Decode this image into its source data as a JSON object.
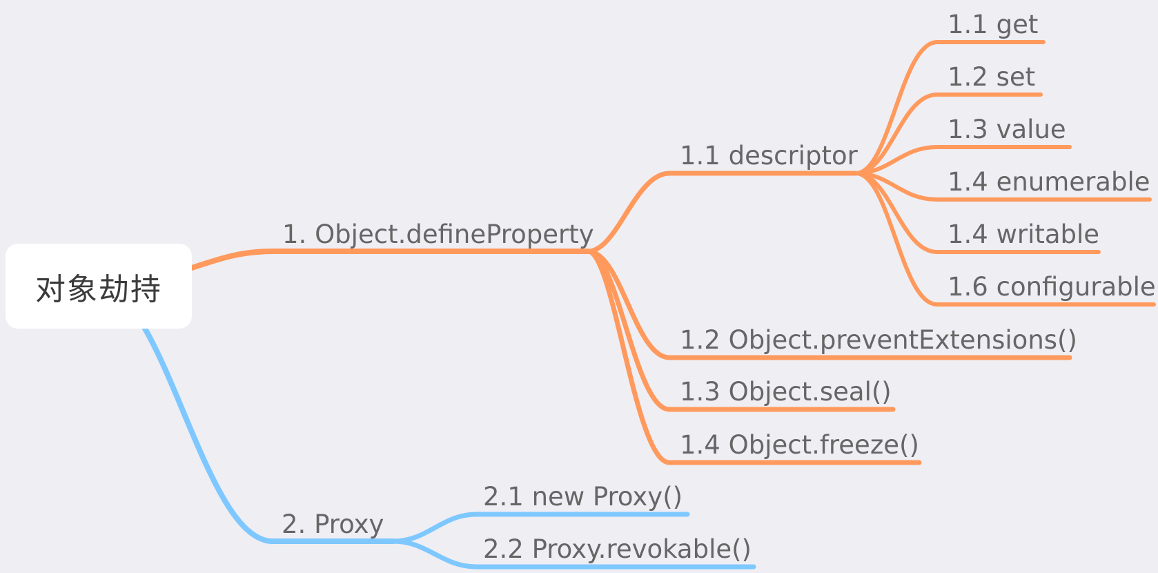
{
  "root": "对象劫持",
  "colors": {
    "background": "#efeef3",
    "branch_object": "#ff995c",
    "branch_proxy": "#7ec8ff",
    "text": "#666666"
  },
  "branches": [
    {
      "label": "1. Object.defineProperty",
      "children": [
        {
          "label": "1.1 descriptor",
          "children": [
            {
              "label": "1.1 get"
            },
            {
              "label": "1.2 set"
            },
            {
              "label": "1.3 value"
            },
            {
              "label": "1.4 enumerable"
            },
            {
              "label": "1.4 writable"
            },
            {
              "label": "1.6 configurable"
            }
          ]
        },
        {
          "label": "1.2 Object.preventExtensions()"
        },
        {
          "label": "1.3 Object.seal()"
        },
        {
          "label": "1.4 Object.freeze()"
        }
      ]
    },
    {
      "label": "2. Proxy",
      "children": [
        {
          "label": "2.1 new Proxy()"
        },
        {
          "label": "2.2 Proxy.revokable()"
        }
      ]
    }
  ]
}
